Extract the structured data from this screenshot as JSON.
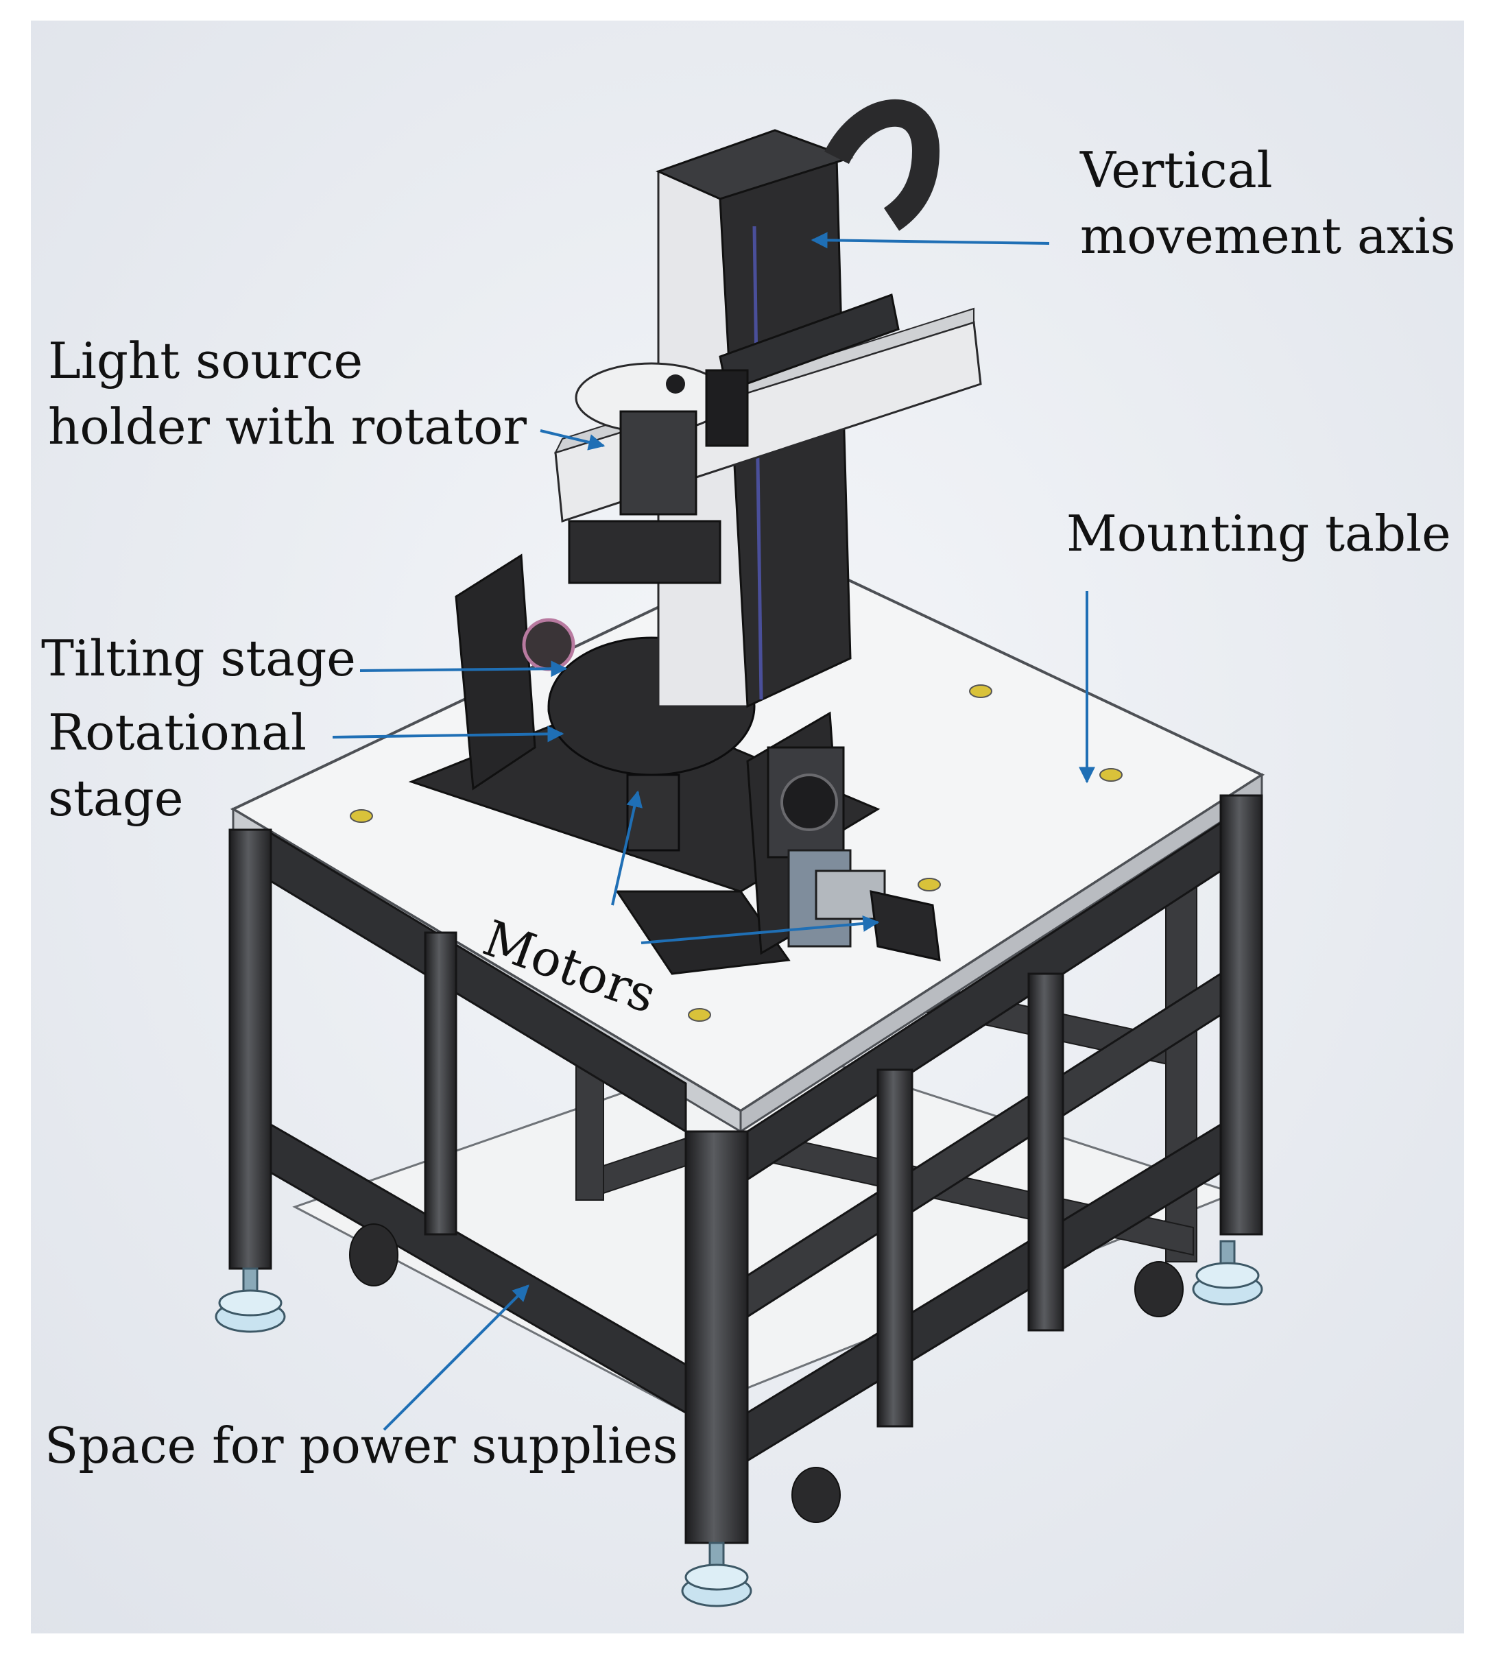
{
  "labels": {
    "vertical_axis": {
      "line1": "Vertical",
      "line2": "movement axis"
    },
    "light_source": {
      "line1": "Light source",
      "line2": "holder with rotator"
    },
    "mounting_table": {
      "text": "Mounting table"
    },
    "tilting_stage": {
      "text": "Tilting stage"
    },
    "rotational_stage": {
      "line1": "Rotational",
      "line2": "stage"
    },
    "motors": {
      "text": "Motors"
    },
    "power_supplies": {
      "text": "Space for power supplies"
    }
  },
  "colors": {
    "arrow": "#1f6fb5",
    "frame": "#2e2e30",
    "table_top": "#f4f5f6",
    "dark_parts": "#262626",
    "feet": "#c9e3f0",
    "background_tint": "#e9ecf1"
  }
}
